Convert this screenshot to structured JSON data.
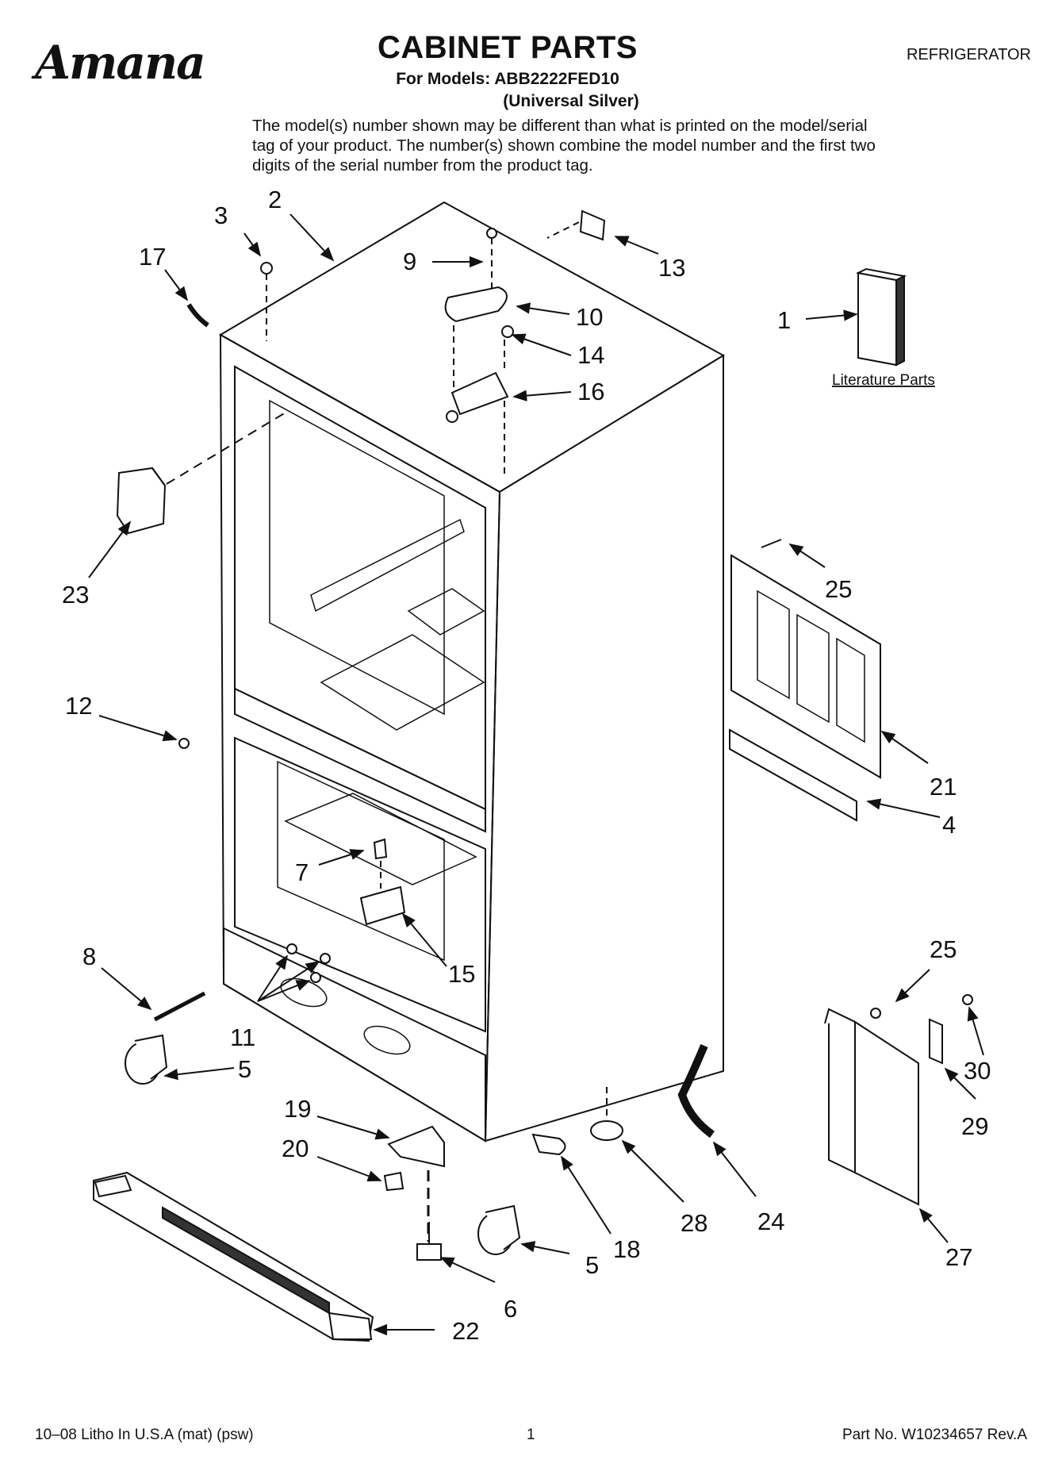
{
  "header": {
    "brand": "Amana",
    "title": "CABINET PARTS",
    "models_line": "For Models: ABB2222FED10",
    "variant": "(Universal Silver)",
    "product": "REFRIGERATOR",
    "notice": "The model(s) number shown may be different than what is printed on the model/serial tag of your product. The number(s) shown combine the model number and the first two digits of the serial number from the product tag."
  },
  "diagram": {
    "literature_label": "Literature Parts",
    "callouts": [
      {
        "id": "c1",
        "text": "1"
      },
      {
        "id": "c2",
        "text": "2"
      },
      {
        "id": "c3",
        "text": "3"
      },
      {
        "id": "c4",
        "text": "4"
      },
      {
        "id": "c5a",
        "text": "5"
      },
      {
        "id": "c5b",
        "text": "5"
      },
      {
        "id": "c6",
        "text": "6"
      },
      {
        "id": "c7",
        "text": "7"
      },
      {
        "id": "c8",
        "text": "8"
      },
      {
        "id": "c9",
        "text": "9"
      },
      {
        "id": "c10",
        "text": "10"
      },
      {
        "id": "c11",
        "text": "11"
      },
      {
        "id": "c12",
        "text": "12"
      },
      {
        "id": "c13",
        "text": "13"
      },
      {
        "id": "c14",
        "text": "14"
      },
      {
        "id": "c15",
        "text": "15"
      },
      {
        "id": "c16",
        "text": "16"
      },
      {
        "id": "c17",
        "text": "17"
      },
      {
        "id": "c18",
        "text": "18"
      },
      {
        "id": "c19",
        "text": "19"
      },
      {
        "id": "c20",
        "text": "20"
      },
      {
        "id": "c21",
        "text": "21"
      },
      {
        "id": "c22",
        "text": "22"
      },
      {
        "id": "c23",
        "text": "23"
      },
      {
        "id": "c24",
        "text": "24"
      },
      {
        "id": "c25a",
        "text": "25"
      },
      {
        "id": "c25b",
        "text": "25"
      },
      {
        "id": "c27",
        "text": "27"
      },
      {
        "id": "c28",
        "text": "28"
      },
      {
        "id": "c29",
        "text": "29"
      },
      {
        "id": "c30",
        "text": "30"
      }
    ]
  },
  "footer": {
    "print_info": "10–08 Litho In U.S.A (mat) (psw)",
    "page_number": "1",
    "part_number": "Part No. W10234657 Rev.A"
  }
}
